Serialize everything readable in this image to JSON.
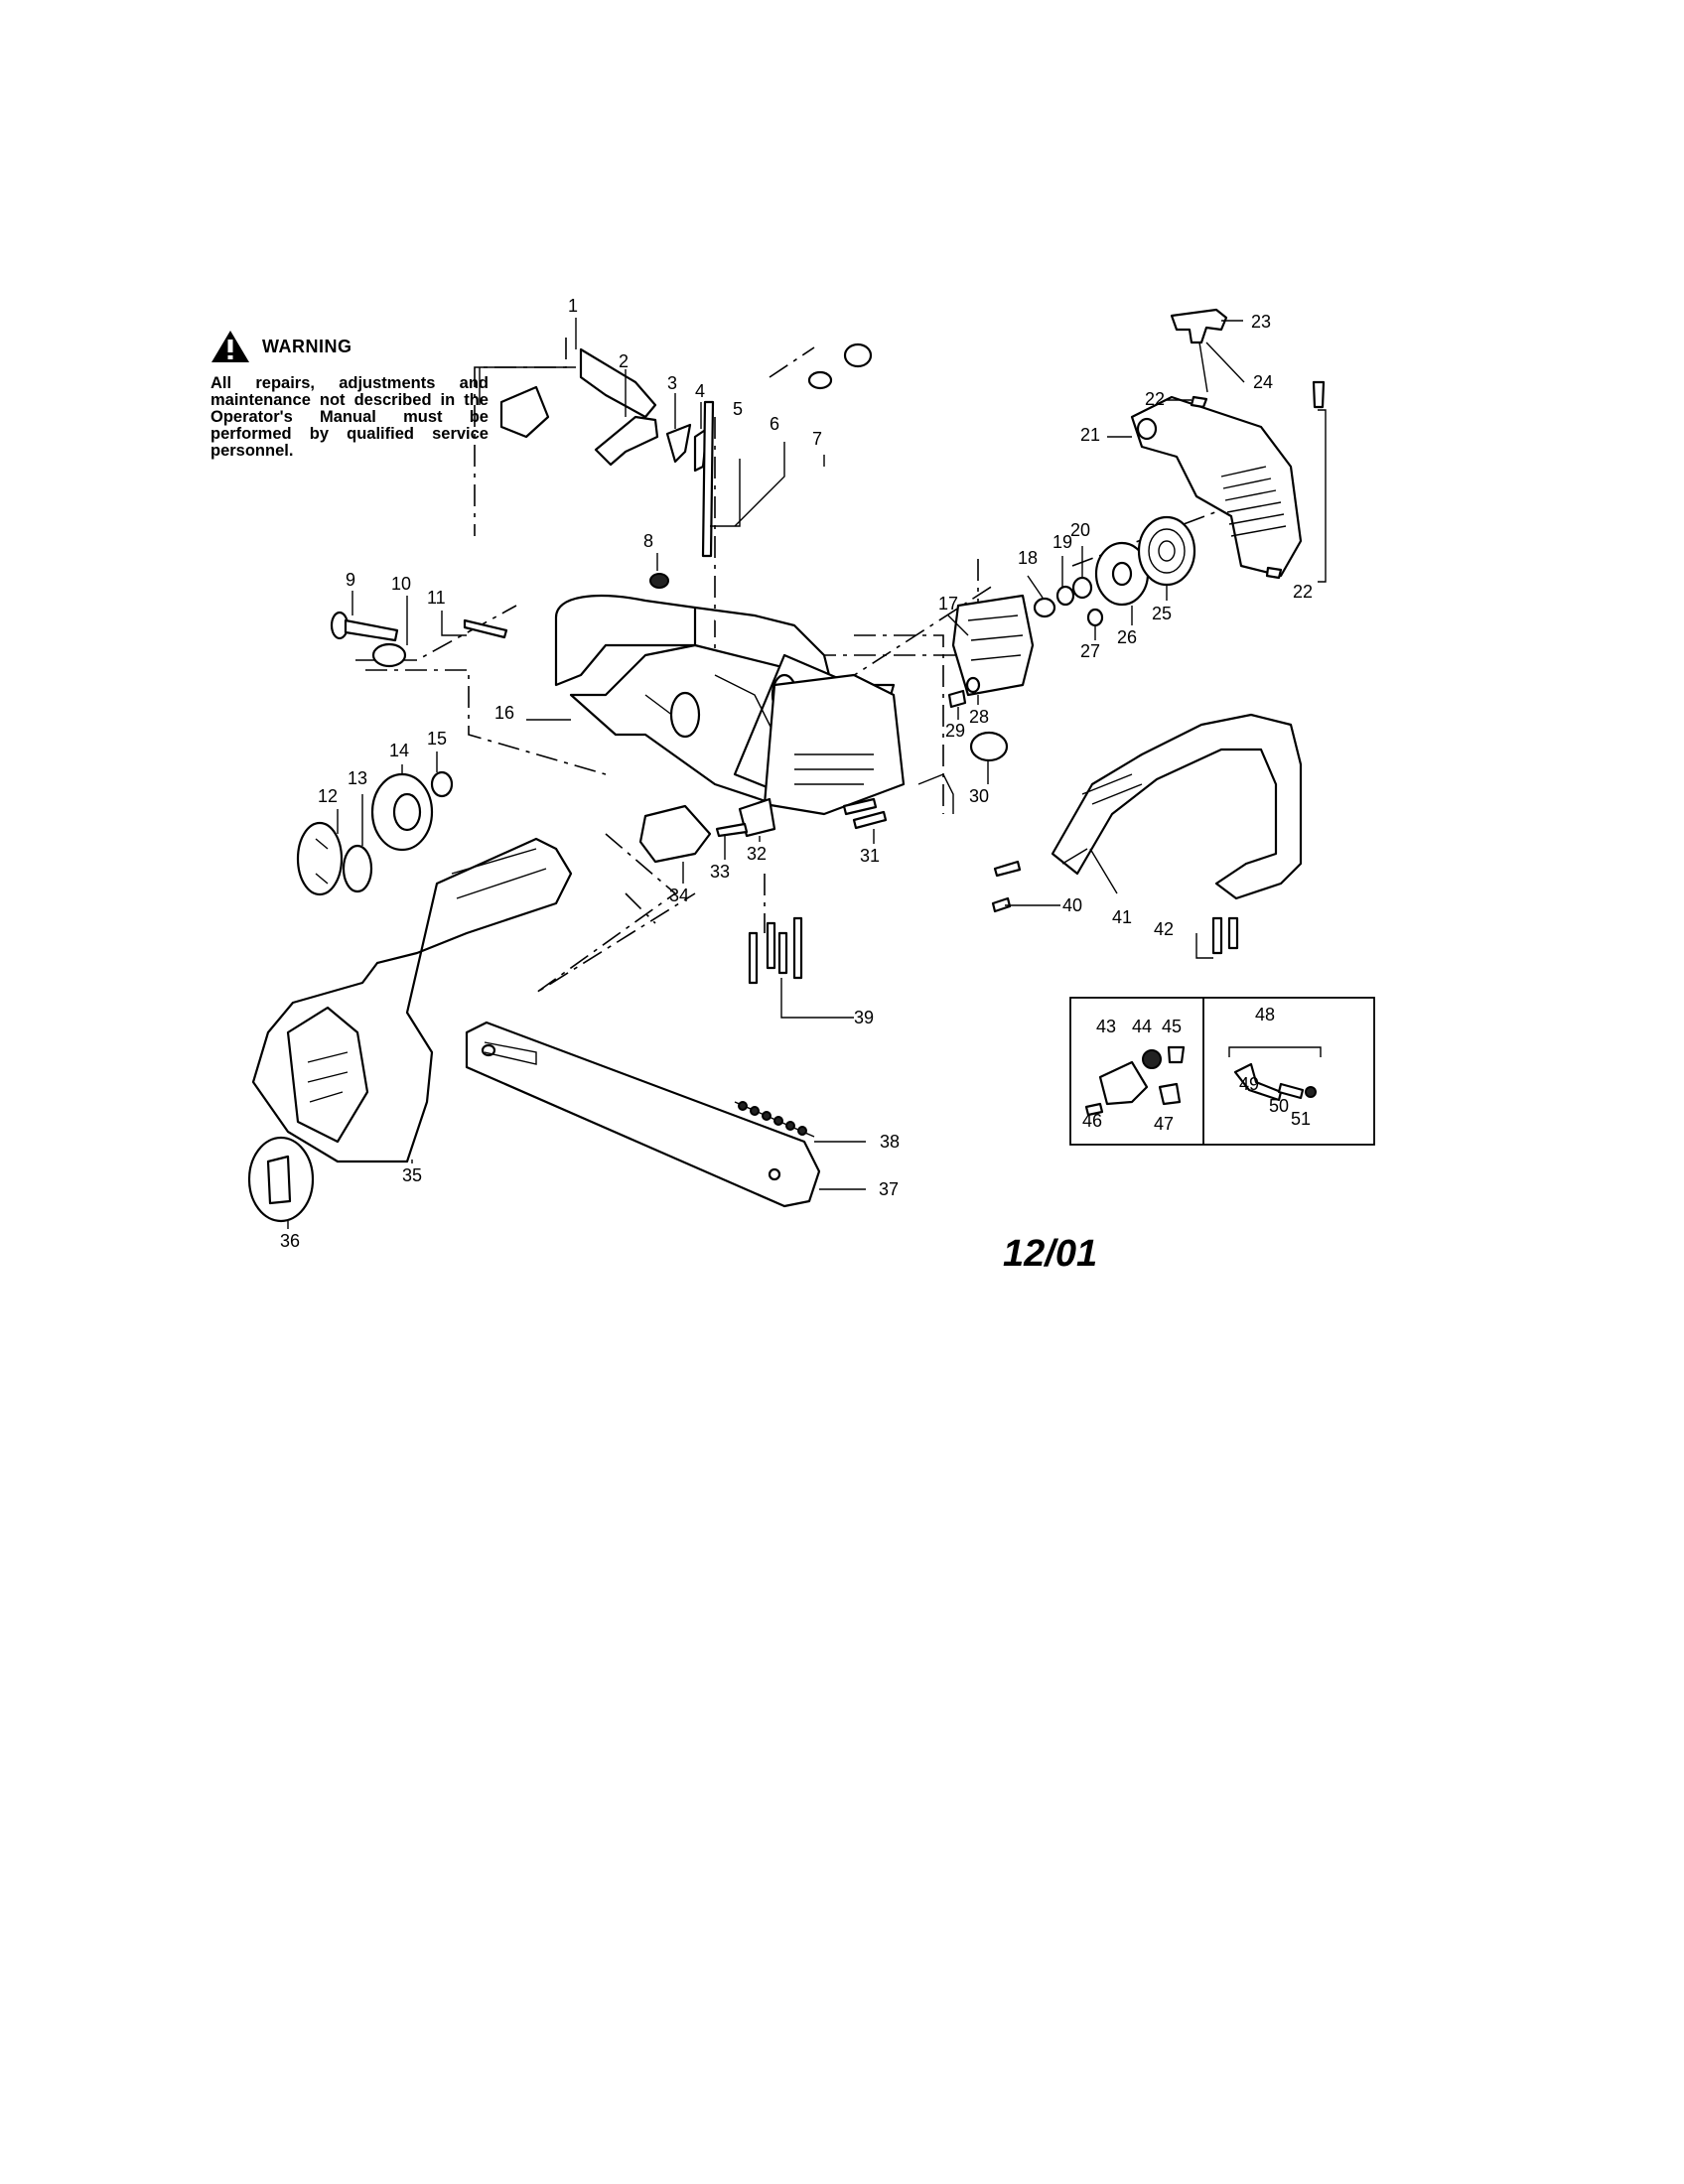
{
  "warning": {
    "title": "WARNING",
    "text": "All repairs, adjustments and maintenance not described in the Operator's Manual must be performed by qualified service personnel."
  },
  "date_code": "12/01",
  "callouts": [
    "1",
    "2",
    "3",
    "4",
    "5",
    "6",
    "7",
    "8",
    "9",
    "10",
    "11",
    "12",
    "13",
    "14",
    "15",
    "16",
    "17",
    "18",
    "19",
    "20",
    "21",
    "22",
    "22",
    "23",
    "24",
    "25",
    "26",
    "27",
    "28",
    "29",
    "30",
    "31",
    "32",
    "33",
    "34",
    "35",
    "36",
    "37",
    "38",
    "39",
    "40",
    "41",
    "42",
    "43",
    "44",
    "45",
    "46",
    "47",
    "48",
    "49",
    "50",
    "51"
  ],
  "icons": {
    "warning": "warning-triangle-icon"
  }
}
